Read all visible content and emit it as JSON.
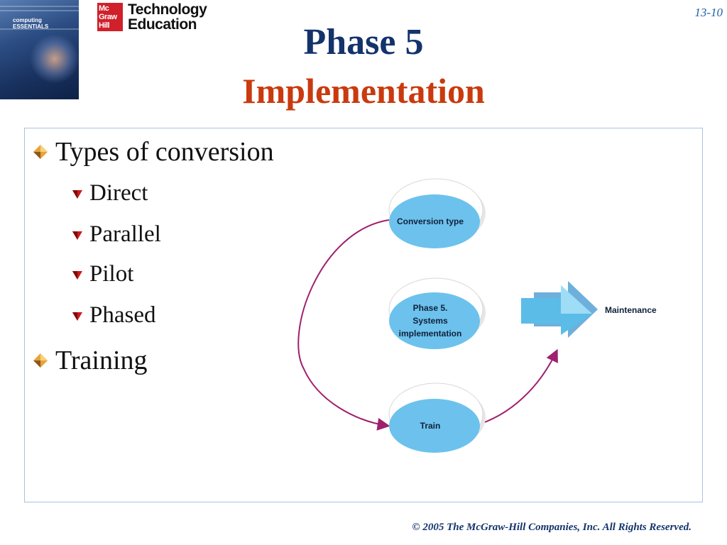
{
  "slide_number": "13-10",
  "logo": {
    "box_lines": [
      "Mc",
      "Graw",
      "Hill"
    ],
    "text_line_1": "Technology",
    "text_line_2": "Education"
  },
  "book_cover": {
    "title": "computing ESSENTIALS"
  },
  "title": {
    "line1": "Phase 5",
    "line2": "Implementation"
  },
  "bullets": [
    {
      "text": "Types of conversion",
      "level": 1
    },
    {
      "text": "Direct",
      "level": 2
    },
    {
      "text": "Parallel",
      "level": 2
    },
    {
      "text": "Pilot",
      "level": 2
    },
    {
      "text": "Phased",
      "level": 2
    },
    {
      "text": "Training",
      "level": 1
    }
  ],
  "diagram": {
    "node_top": "Conversion type",
    "node_middle": [
      "Phase 5.",
      "Systems",
      "implementation"
    ],
    "node_bottom": "Train",
    "next_phase": "Maintenance"
  },
  "colors": {
    "title_navy": "#14336b",
    "title_orange": "#c93a0e",
    "node_blue": "#6cc2ec",
    "arrow_magenta": "#a0206e",
    "block_arrow": "#4fb3e6"
  },
  "footer": {
    "copyright": "© 2005  The McGraw-Hill Companies, Inc.  All Rights Reserved."
  }
}
